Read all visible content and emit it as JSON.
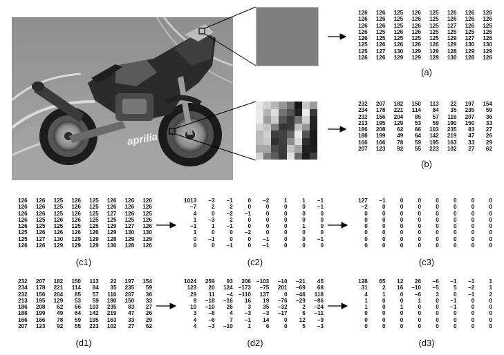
{
  "photo": {
    "brand_text": "aprilia"
  },
  "panels": {
    "a": {
      "caption": "(a)",
      "matrix": [
        [
          126,
          126,
          125,
          126,
          125,
          126,
          126,
          126
        ],
        [
          126,
          126,
          125,
          126,
          125,
          126,
          126,
          126
        ],
        [
          126,
          126,
          125,
          126,
          125,
          127,
          126,
          125
        ],
        [
          126,
          125,
          126,
          126,
          125,
          125,
          125,
          126
        ],
        [
          126,
          125,
          125,
          125,
          125,
          129,
          127,
          126
        ],
        [
          125,
          126,
          126,
          126,
          126,
          129,
          130,
          130
        ],
        [
          125,
          127,
          130,
          129,
          129,
          128,
          129,
          129
        ],
        [
          126,
          126,
          129,
          129,
          129,
          130,
          128,
          126
        ]
      ]
    },
    "b": {
      "caption": "(b)",
      "matrix": [
        [
          232,
          207,
          182,
          150,
          113,
          22,
          197,
          154
        ],
        [
          234,
          178,
          221,
          114,
          84,
          35,
          235,
          59
        ],
        [
          232,
          156,
          204,
          85,
          57,
          116,
          207,
          36
        ],
        [
          213,
          195,
          129,
          53,
          59,
          190,
          150,
          33
        ],
        [
          186,
          208,
          62,
          66,
          103,
          235,
          83,
          27
        ],
        [
          188,
          199,
          49,
          64,
          142,
          219,
          47,
          26
        ],
        [
          166,
          166,
          78,
          59,
          195,
          163,
          33,
          29
        ],
        [
          207,
          123,
          92,
          55,
          223,
          102,
          27,
          62
        ]
      ]
    },
    "c1": {
      "caption": "(c1)",
      "matrix": [
        [
          126,
          126,
          125,
          126,
          125,
          126,
          126,
          126
        ],
        [
          126,
          126,
          125,
          126,
          125,
          126,
          126,
          126
        ],
        [
          126,
          126,
          125,
          126,
          125,
          127,
          126,
          125
        ],
        [
          126,
          125,
          126,
          126,
          125,
          125,
          125,
          126
        ],
        [
          126,
          125,
          125,
          125,
          125,
          129,
          127,
          126
        ],
        [
          125,
          126,
          126,
          126,
          126,
          129,
          130,
          130
        ],
        [
          125,
          127,
          130,
          129,
          129,
          128,
          129,
          129
        ],
        [
          126,
          126,
          129,
          129,
          129,
          130,
          128,
          126
        ]
      ]
    },
    "c2": {
      "caption": "(c2)",
      "matrix": [
        [
          1013,
          -3,
          -1,
          0,
          -2,
          1,
          1,
          -1
        ],
        [
          -7,
          2,
          2,
          0,
          0,
          0,
          0,
          -1
        ],
        [
          4,
          0,
          -2,
          -1,
          0,
          0,
          0,
          0
        ],
        [
          1,
          -3,
          2,
          0,
          0,
          0,
          0,
          0
        ],
        [
          -1,
          1,
          -1,
          0,
          0,
          0,
          1,
          0
        ],
        [
          1,
          0,
          0,
          -2,
          0,
          0,
          0,
          0
        ],
        [
          0,
          -1,
          0,
          0,
          -1,
          0,
          0,
          -1
        ],
        [
          0,
          0,
          -1,
          0,
          -1,
          0,
          0,
          0
        ]
      ]
    },
    "c3": {
      "caption": "(c3)",
      "matrix": [
        [
          127,
          -1,
          0,
          0,
          0,
          0,
          0,
          0
        ],
        [
          -2,
          0,
          0,
          0,
          0,
          0,
          0,
          0
        ],
        [
          0,
          0,
          0,
          0,
          0,
          0,
          0,
          0
        ],
        [
          0,
          0,
          0,
          0,
          0,
          0,
          0,
          0
        ],
        [
          0,
          0,
          0,
          0,
          0,
          0,
          0,
          0
        ],
        [
          0,
          0,
          0,
          0,
          0,
          0,
          0,
          0
        ],
        [
          0,
          0,
          0,
          0,
          0,
          0,
          0,
          0
        ],
        [
          0,
          0,
          0,
          0,
          0,
          0,
          0,
          0
        ]
      ]
    },
    "d1": {
      "caption": "(d1)",
      "matrix": [
        [
          232,
          207,
          182,
          150,
          113,
          22,
          197,
          154
        ],
        [
          234,
          178,
          221,
          114,
          84,
          35,
          235,
          59
        ],
        [
          232,
          156,
          204,
          85,
          57,
          116,
          207,
          36
        ],
        [
          213,
          195,
          129,
          53,
          59,
          190,
          150,
          33
        ],
        [
          186,
          208,
          62,
          66,
          103,
          235,
          83,
          27
        ],
        [
          188,
          199,
          49,
          64,
          142,
          219,
          47,
          26
        ],
        [
          166,
          166,
          78,
          59,
          195,
          163,
          33,
          29
        ],
        [
          207,
          123,
          92,
          55,
          223,
          102,
          27,
          62
        ]
      ]
    },
    "d2": {
      "caption": "(d2)",
      "matrix": [
        [
          1024,
          259,
          93,
          206,
          -103,
          -10,
          -21,
          45
        ],
        [
          123,
          20,
          124,
          -173,
          -75,
          201,
          -69,
          68
        ],
        [
          29,
          11,
          -4,
          -110,
          137,
          0,
          -46,
          118
        ],
        [
          8,
          -18,
          -16,
          16,
          19,
          -76,
          -29,
          -86
        ],
        [
          10,
          -10,
          26,
          3,
          35,
          -32,
          2,
          -24
        ],
        [
          3,
          -8,
          4,
          -3,
          -3,
          -17,
          6,
          -11
        ],
        [
          4,
          -6,
          7,
          -1,
          14,
          0,
          12,
          -9
        ],
        [
          4,
          -3,
          -10,
          1,
          6,
          0,
          5,
          -3
        ]
      ]
    },
    "d3": {
      "caption": "(d3)",
      "matrix": [
        [
          128,
          65,
          12,
          26,
          -6,
          -1,
          -1,
          1
        ],
        [
          31,
          2,
          16,
          -10,
          -5,
          5,
          -2,
          1
        ],
        [
          4,
          1,
          0,
          -6,
          3,
          0,
          -1,
          2
        ],
        [
          1,
          0,
          0,
          1,
          0,
          -1,
          0,
          0
        ],
        [
          1,
          0,
          1,
          0,
          0,
          -1,
          0,
          0
        ],
        [
          0,
          0,
          0,
          0,
          0,
          0,
          0,
          0
        ],
        [
          0,
          0,
          0,
          0,
          0,
          0,
          0,
          0
        ],
        [
          0,
          0,
          0,
          0,
          0,
          0,
          0,
          0
        ]
      ]
    }
  }
}
